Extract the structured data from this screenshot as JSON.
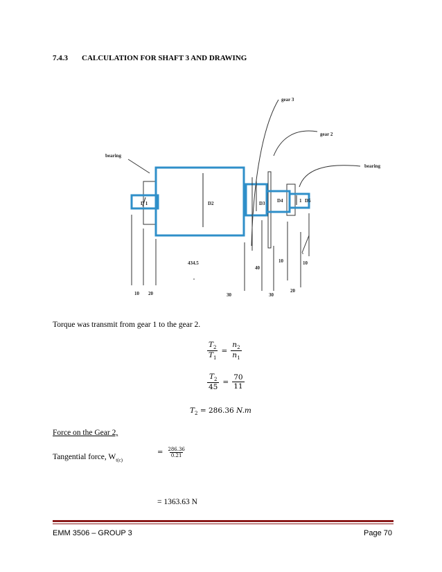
{
  "section": {
    "number": "7.4.3",
    "title": "CALCULATION FOR SHAFT 3 AND DRAWING"
  },
  "diagram": {
    "labels": {
      "gear3": "gear 3",
      "gear2": "gear 2",
      "bearing_left": "bearing",
      "bearing_right": "bearing",
      "d1": "D 1",
      "d2": "D2",
      "d3": "D3",
      "d4": "D4",
      "d5": "D5",
      "mark_1": "1"
    },
    "dimensions": {
      "d10_left": "10",
      "d20_left": "20",
      "d434": "434.5",
      "d30_a": "30",
      "d40": "40",
      "d30_b": "30",
      "d10_mid": "10",
      "d20_right": "20",
      "d10_right": "10"
    }
  },
  "text": {
    "torque_intro": "Torque was transmit from gear 1 to the gear 2.",
    "force_heading": "Force on the Gear 2,",
    "tangential_label": "Tangential force, W",
    "tangential_sub": "t(c)",
    "result": "= 1363.63 N"
  },
  "equations": {
    "eq1": {
      "t2": "T",
      "t2_sub": "2",
      "t1": "T",
      "t1_sub": "1",
      "n2": "n",
      "n2_sub": "2",
      "n1": "n",
      "n1_sub": "1"
    },
    "eq2": {
      "t2": "T",
      "t2_sub": "2",
      "den": "45",
      "num_r": "70",
      "den_r": "11"
    },
    "eq3": {
      "lhs": "T",
      "lhs_sub": "2",
      "rhs": "= 286.36 ",
      "unit": "N.m"
    },
    "force": {
      "eq": "=",
      "num": "286.36",
      "den": "0.21"
    }
  },
  "footer": {
    "left": "EMM 3506 – GROUP 3",
    "right": "Page 70",
    "line_color": "#8b1a1a"
  },
  "colors": {
    "shaft_blue": "#2f8fc9"
  }
}
